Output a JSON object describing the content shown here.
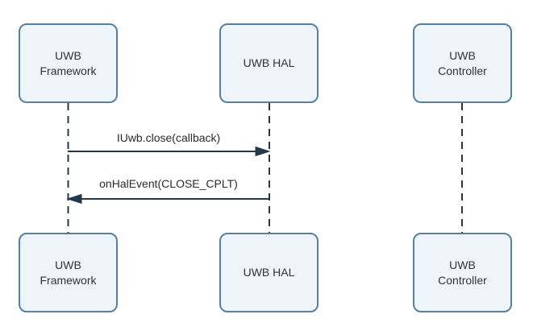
{
  "colors": {
    "background": "#ffffff",
    "box_fill": "#edf5fa",
    "box_border": "#5580a0",
    "line": "#23374d",
    "text": "#333333",
    "message_text": "#2b2b2b"
  },
  "actors": [
    {
      "id": "uwb-framework",
      "label": "UWB Framework"
    },
    {
      "id": "uwb-hal",
      "label": "UWB HAL"
    },
    {
      "id": "uwb-controller",
      "label": "UWB Controller"
    }
  ],
  "messages": [
    {
      "label": "IUwb.close(callback)",
      "from": "uwb-framework",
      "to": "uwb-hal",
      "direction": "right"
    },
    {
      "label": "onHalEvent(CLOSE_CPLT)",
      "from": "uwb-hal",
      "to": "uwb-framework",
      "direction": "left"
    }
  ]
}
